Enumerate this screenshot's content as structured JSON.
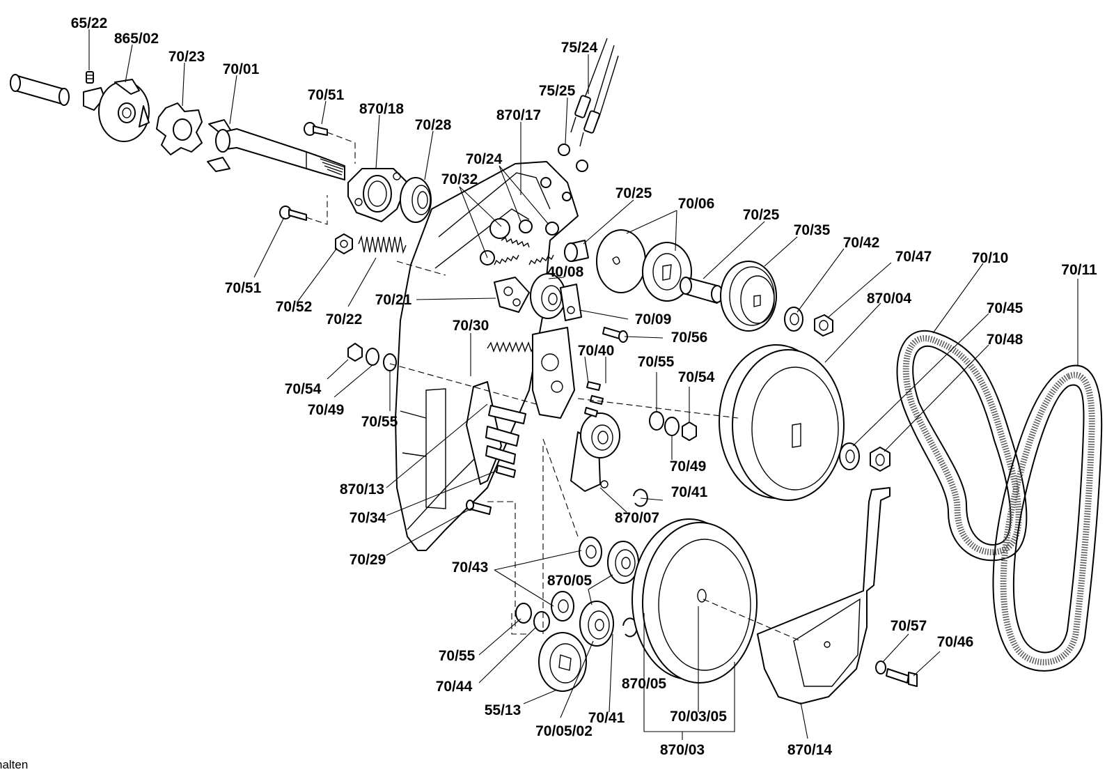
{
  "labels": {
    "l_65_22": "65/22",
    "l_865_02": "865/02",
    "l_70_23": "70/23",
    "l_70_01": "70/01",
    "l_70_51_top": "70/51",
    "l_870_18": "870/18",
    "l_70_28": "70/28",
    "l_870_17": "870/17",
    "l_75_24": "75/24",
    "l_75_25": "75/25",
    "l_70_24": "70/24",
    "l_70_32": "70/32",
    "l_70_25_a": "70/25",
    "l_70_06": "70/06",
    "l_70_25_b": "70/25",
    "l_70_35": "70/35",
    "l_70_42": "70/42",
    "l_70_47": "70/47",
    "l_70_10": "70/10",
    "l_70_11": "70/11",
    "l_70_51_bottom": "70/51",
    "l_70_52": "70/52",
    "l_70_22": "70/22",
    "l_70_21": "70/21",
    "l_40_08": "40/08",
    "l_70_09": "70/09",
    "l_870_04": "870/04",
    "l_70_45": "70/45",
    "l_70_48": "70/48",
    "l_70_30": "70/30",
    "l_70_56": "70/56",
    "l_70_40": "70/40",
    "l_70_55_mid": "70/55",
    "l_70_54_mid": "70/54",
    "l_70_54_left": "70/54",
    "l_70_49_left": "70/49",
    "l_70_55_left": "70/55",
    "l_70_49_mid": "70/49",
    "l_870_13": "870/13",
    "l_70_41_mid": "70/41",
    "l_70_34": "70/34",
    "l_870_07": "870/07",
    "l_70_29": "70/29",
    "l_70_43": "70/43",
    "l_870_05_a": "870/05",
    "l_70_55_bottom": "70/55",
    "l_70_44": "70/44",
    "l_55_13": "55/13",
    "l_70_05_02": "70/05/02",
    "l_70_41_bottom": "70/41",
    "l_870_05_b": "870/05",
    "l_70_03_05": "70/03/05",
    "l_870_03": "870/03",
    "l_870_14": "870/14",
    "l_70_57": "70/57",
    "l_70_46": "70/46"
  },
  "footer_text": "halten"
}
